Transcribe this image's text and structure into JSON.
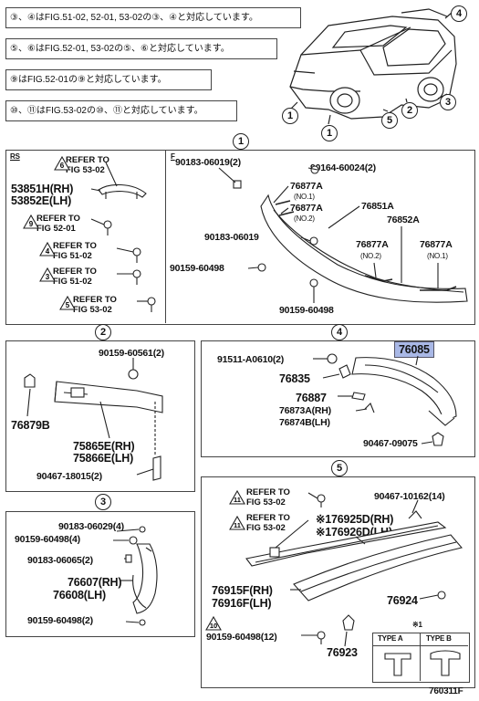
{
  "notes": [
    {
      "text": "③、④はFIG.51-02, 52-01, 53-02の③、④と対応しています。"
    },
    {
      "text": "⑤、⑥はFIG.52-01, 53-02の⑤、⑥と対応しています。"
    },
    {
      "text": "⑨はFIG.52-01の⑨と対応しています。"
    },
    {
      "text": "⑩、⑪はFIG.53-02の⑩、⑪と対応しています。"
    }
  ],
  "car_callouts": [
    "1",
    "1",
    "5",
    "2",
    "3",
    "4"
  ],
  "section1": {
    "callout": "1",
    "rs": {
      "label": "RS",
      "ref1": "REFER TO\nFIG 53-02",
      "ref1_mark": "6",
      "part1": "53851H(RH)",
      "part2": "53852E(LH)",
      "ref2": "REFER TO\nFIG 52-01",
      "ref2_mark": "9",
      "ref3": "REFER TO\nFIG 51-02",
      "ref3_mark": "4",
      "ref4": "REFER TO\nFIG 51-02",
      "ref4_mark": "3",
      "ref5": "REFER TO\nFIG 53-02",
      "ref5_mark": "5"
    },
    "f": {
      "label": "F",
      "p1": "90183-06019(2)",
      "p2": "90164-60024(2)",
      "p3": "76877A",
      "p3n": "(NO.1)",
      "p4": "76877A",
      "p4n": "(NO.2)",
      "p5": "76851A",
      "p6": "76852A",
      "p7": "90183-06019",
      "p8": "76877A",
      "p8n": "(NO.2)",
      "p9": "76877A",
      "p9n": "(NO.1)",
      "p10": "90159-60498",
      "p11": "90159-60498"
    }
  },
  "section2": {
    "callout": "2",
    "p1": "90159-60561(2)",
    "p2": "76879B",
    "p3": "75865E(RH)",
    "p4": "75866E(LH)",
    "p5": "90467-18015(2)"
  },
  "section3": {
    "callout": "3",
    "p1": "90183-06029(4)",
    "p2": "90159-60498(4)",
    "p3": "90183-06065(2)",
    "p4": "76607(RH)",
    "p5": "76608(LH)",
    "p6": "90159-60498(2)"
  },
  "section4": {
    "callout": "4",
    "p1": "76085",
    "p2": "91511-A0610(2)",
    "p3": "76835",
    "p4": "76887",
    "p5": "76873A(RH)",
    "p6": "76874B(LH)",
    "p7": "90467-09075"
  },
  "section5": {
    "callout": "5",
    "ref1": "REFER TO\nFIG 53-02",
    "ref1_mark": "11",
    "ref2": "REFER TO\nFIG 53-02",
    "ref2_mark": "11",
    "p1": "90467-10162(14)",
    "p2": "※176925D(RH)",
    "p3": "※176926D(LH)",
    "p4": "76915F(RH)",
    "p5": "76916F(LH)",
    "p6": "76924",
    "p7": "90159-60498(12)",
    "p7_mark": "10",
    "p8": "76923",
    "types_mark": "※1",
    "type_a": "TYPE A",
    "type_b": "TYPE B"
  },
  "figure_code": "760311F",
  "colors": {
    "highlight": "#a9b8e6",
    "line": "#222222"
  }
}
